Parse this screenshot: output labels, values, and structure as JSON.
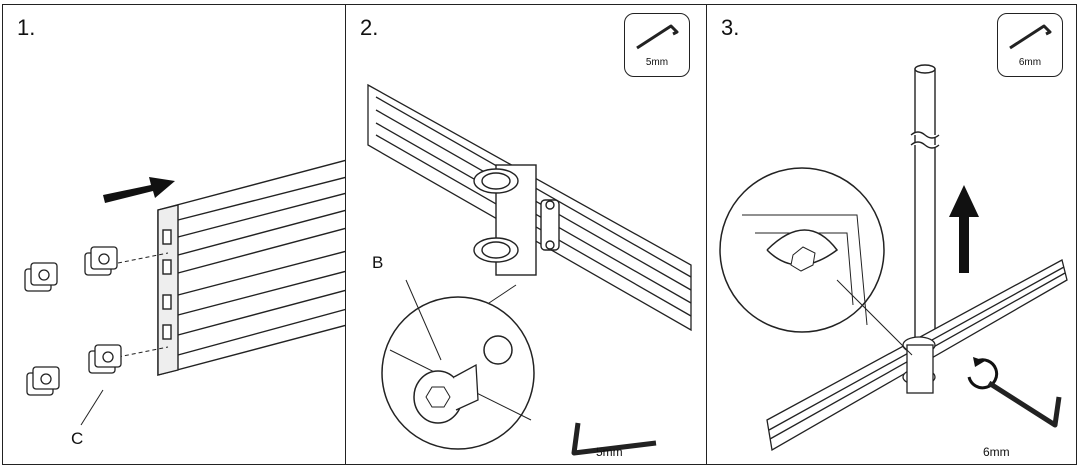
{
  "steps": [
    {
      "number": "1.",
      "callouts": {
        "c": "C"
      }
    },
    {
      "number": "2.",
      "tool_size": "5mm",
      "callouts": {
        "b": "B"
      },
      "wrench_label": "5mm"
    },
    {
      "number": "3.",
      "tool_size": "6mm",
      "wrench_label": "6mm"
    }
  ],
  "colors": {
    "line": "#222222",
    "arrow": "#111111",
    "shade": "#d9d9d9"
  }
}
